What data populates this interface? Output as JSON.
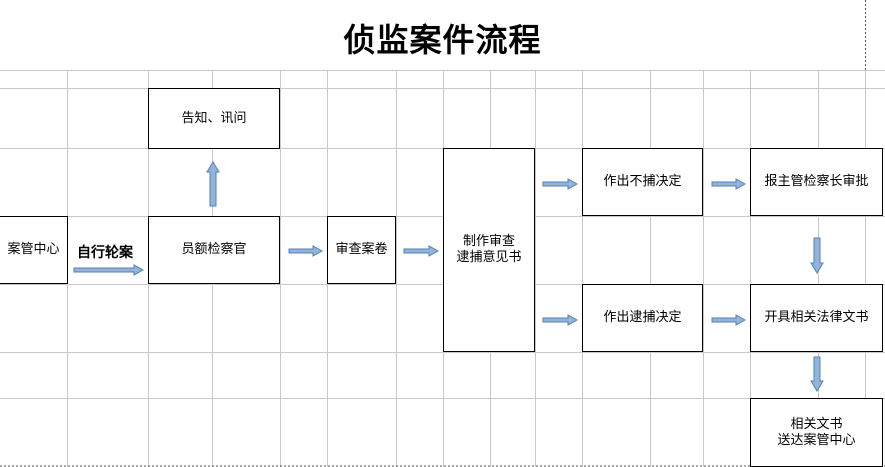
{
  "title": "侦监案件流程",
  "colors": {
    "grid": "#c8c8c8",
    "arrow_fill": "#95b3d7",
    "arrow_stroke": "#4f81bd",
    "box_border": "#000000"
  },
  "labels": {
    "self_rotation": "自行轮案"
  },
  "nodes": {
    "case_center": "案管中心",
    "inspector": "员额检察官",
    "notify": "告知、讯问",
    "review": "审查案卷",
    "opinion": "制作审查\n逮捕意见书",
    "no_arrest": "作出不捕决定",
    "arrest": "作出逮捕决定",
    "report": "报主管检察长审批",
    "legal_docs": "开具相关法律文书",
    "deliver": "相关文书\n送达案管中心"
  }
}
